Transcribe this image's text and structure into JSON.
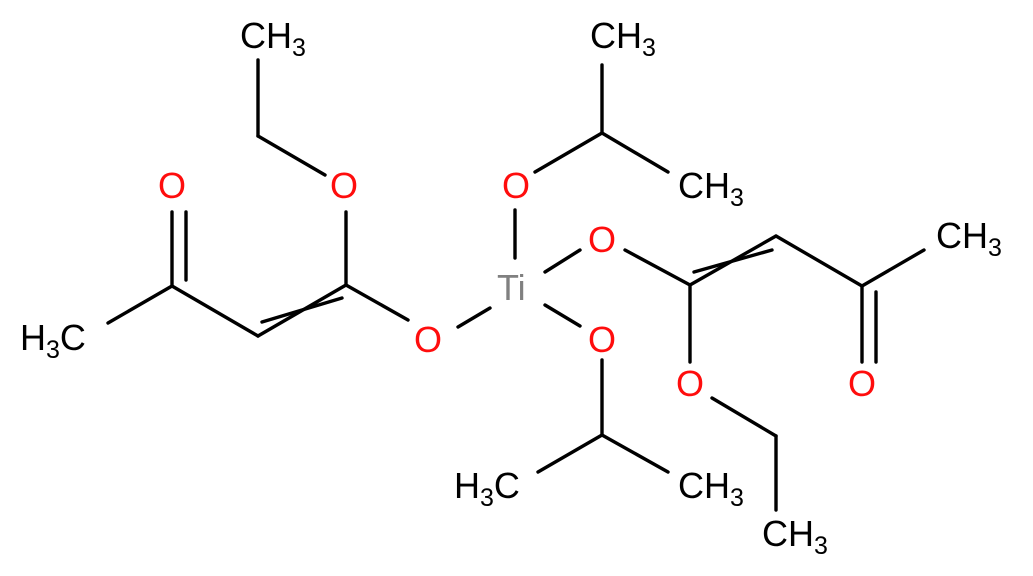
{
  "molecule": {
    "central_atom": {
      "symbol": "Ti",
      "color": "#808080"
    },
    "oxygen_label": "O",
    "oxygen_color": "#ff0d0d",
    "carbon_color": "#000000",
    "methyl": {
      "main": "CH",
      "sub": "3"
    },
    "methyl_left": {
      "main": "H",
      "sub": "3",
      "tail": "C"
    }
  }
}
